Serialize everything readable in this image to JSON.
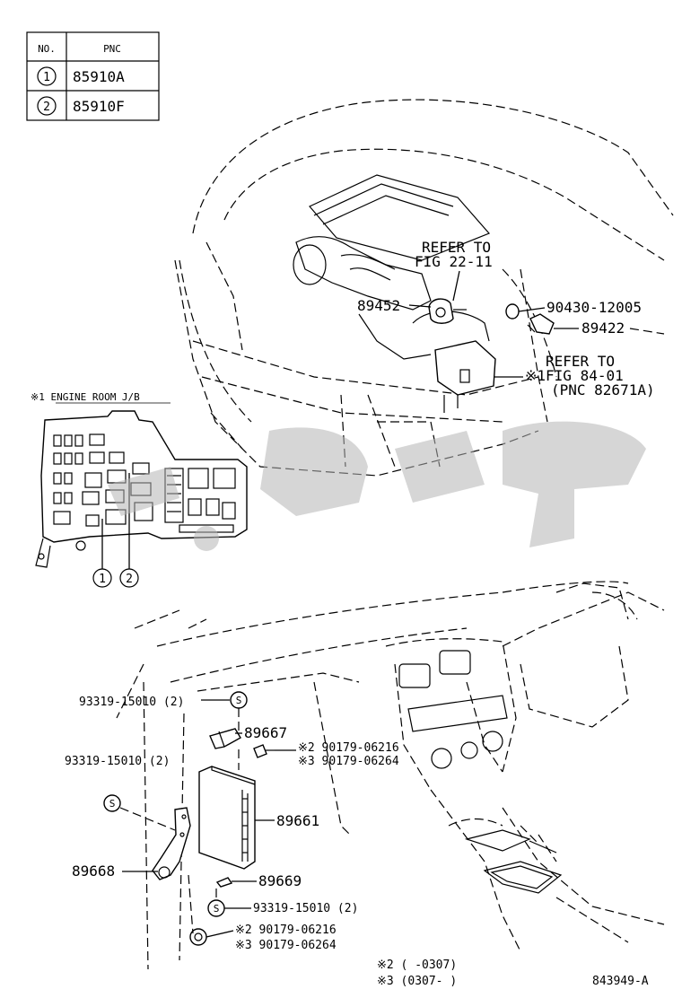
{
  "pnc_table": {
    "header_no": "NO.",
    "header_pnc": "PNC",
    "rows": [
      {
        "no": "1",
        "pnc": "85910A"
      },
      {
        "no": "2",
        "pnc": "85910F"
      }
    ]
  },
  "upper": {
    "refer_a": [
      "REFER TO",
      "FIG 22-11"
    ],
    "refer_b": [
      "REFER TO",
      "※1FIG 84-01",
      "(PNC 82671A)"
    ],
    "p89452": "89452",
    "p90430": "90430-12005",
    "p89422": "89422"
  },
  "jb": {
    "title": "※1 ENGINE ROOM J/B",
    "callout1": "1",
    "callout2": "2"
  },
  "lower": {
    "s1": "93319-15010 (2)",
    "p89667": "89667",
    "r2a": "※2 90179-06216",
    "r3a": "※3 90179-06264",
    "s2": "93319-15010 (2)",
    "p89661": "89661",
    "p89668": "89668",
    "p89669": "89669",
    "s3": "93319-15010 (2)",
    "r2b": "※2 90179-06216",
    "r3b": "※3 90179-06264",
    "s_mark": "S"
  },
  "footnotes": {
    "note2": "※2 (      -0307)",
    "note3": "※3 (0307-       )",
    "figure_id": "843949-A"
  }
}
